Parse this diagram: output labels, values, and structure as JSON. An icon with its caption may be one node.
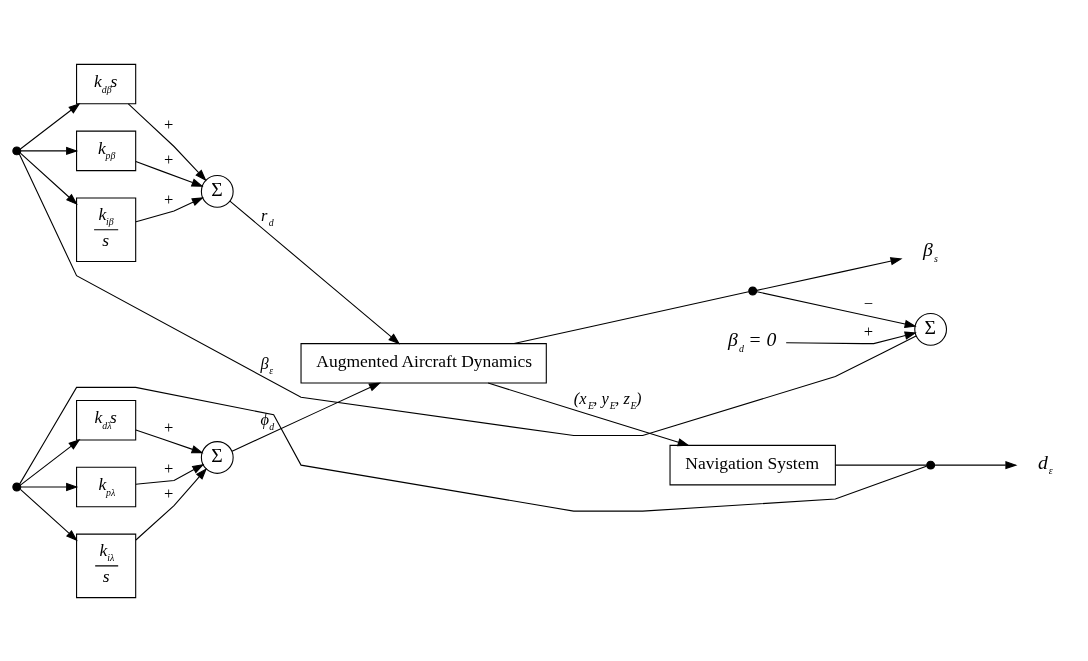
{
  "diagram": {
    "nodes": [
      {
        "text": [],
        "shape": "circle"
      },
      {
        "text": [
          "k$_{pβ}$"
        ]
      },
      {
        "text": [
          "k$_{iβ}$",
          "s"
        ]
      },
      {
        "text": [
          "k$_{dβ}$s"
        ]
      },
      {
        "text": [
          "Σ"
        ]
      },
      {
        "text": [
          "Augmented Aircraft Dynamics"
        ]
      },
      {
        "text": [],
        "shape": "circle"
      },
      {
        "text": [
          "Σ"
        ]
      },
      {
        "text": [
          "β$_{d}$ = 0"
        ]
      },
      {
        "text": [
          "β$_{s}$"
        ]
      },
      {
        "text": [
          "Navigation System"
        ]
      },
      {
        "text": [],
        "shape": "circle"
      },
      {
        "text": [
          "d$_{ε}$"
        ]
      },
      {
        "text": [],
        "shape": "circle"
      },
      {
        "text": [
          "k$_{pλ}$"
        ]
      },
      {
        "text": [
          "k$_{iλ}$",
          "s"
        ]
      },
      {
        "text": [
          "k$_{dλ}$s"
        ]
      },
      {
        "text": [
          "Σ"
        ]
      }
    ],
    "edges": [
      {
        "from": 7,
        "to": 0,
        "arrow": "none",
        "label": "β$_{ε}$"
      },
      {
        "from": 0,
        "to": 1,
        "arrow": "to"
      },
      {
        "from": 0,
        "to": 2,
        "arrow": "to"
      },
      {
        "from": 0,
        "to": 3,
        "arrow": "to"
      },
      {
        "from": 1,
        "to": 4,
        "arrow": "to",
        "label": "+"
      },
      {
        "from": 2,
        "to": 4,
        "arrow": "to",
        "label": "+"
      },
      {
        "from": 3,
        "to": 4,
        "arrow": "to",
        "label": "+"
      },
      {
        "from": 4,
        "to": 5,
        "arrow": "to",
        "label": "r$_{d}$"
      },
      {
        "from": 17,
        "to": 5,
        "arrow": "to",
        "label": "ϕ$_{d}$"
      },
      {
        "from": 5,
        "to": 6,
        "arrow": "none"
      },
      {
        "from": 6,
        "to": 9,
        "arrow": "to"
      },
      {
        "from": 6,
        "to": 7,
        "arrow": "to",
        "label": "−"
      },
      {
        "from": 8,
        "to": 7,
        "arrow": "to",
        "label": "+"
      },
      {
        "from": 5,
        "to": 10,
        "arrow": "to",
        "label": "(x$_{E}$, y$_{E}$, z$_{E}$)"
      },
      {
        "from": 10,
        "to": 11,
        "arrow": "none"
      },
      {
        "from": 11,
        "to": 12,
        "arrow": "to"
      },
      {
        "from": 11,
        "to": 13,
        "arrow": "none"
      },
      {
        "from": 13,
        "to": 14,
        "arrow": "to"
      },
      {
        "from": 13,
        "to": 15,
        "arrow": "to"
      },
      {
        "from": 13,
        "to": 16,
        "arrow": "to"
      },
      {
        "from": 14,
        "to": 17,
        "arrow": "to",
        "label": "+"
      },
      {
        "from": 15,
        "to": 17,
        "arrow": "to",
        "label": "+"
      },
      {
        "from": 16,
        "to": 17,
        "arrow": "to",
        "label": "+"
      }
    ]
  }
}
